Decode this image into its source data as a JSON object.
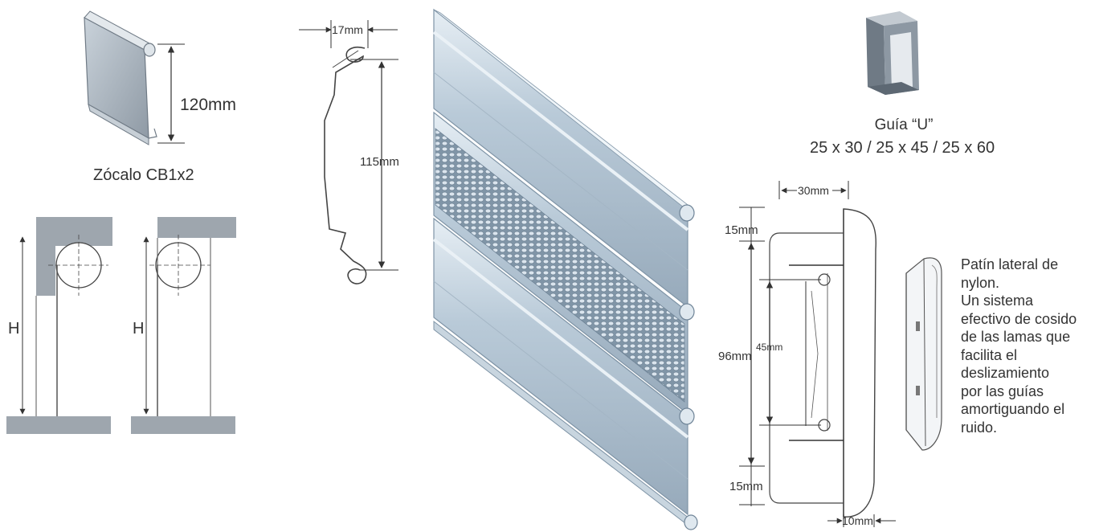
{
  "zocalo": {
    "dimension": "120mm",
    "caption": "Zócalo CB1x2"
  },
  "section_diagrams": {
    "height_label_left": "H",
    "height_label_right": "H"
  },
  "profile": {
    "width": "17mm",
    "height": "115mm"
  },
  "guide": {
    "caption": "Guía “U”",
    "sizes": "25 x 30 / 25 x 45 / 25 x 60"
  },
  "slider": {
    "width_top": "30mm",
    "top_gap": "15mm",
    "total_height": "96mm",
    "hole_spacing": "45mm",
    "bottom_gap": "15mm",
    "thickness": "10mm"
  },
  "description": {
    "lines": [
      "Patín lateral de",
      "nylon.",
      "Un sistema",
      "efectivo de cosido",
      "de las lamas que",
      "facilita el",
      "deslizamiento",
      "por las guías",
      "amortiguando el",
      "ruido."
    ]
  },
  "colors": {
    "steel": "#b8c9d6",
    "steel_dark": "#8ea3b5",
    "grey_block": "#9aa3ab",
    "line": "#555555"
  }
}
